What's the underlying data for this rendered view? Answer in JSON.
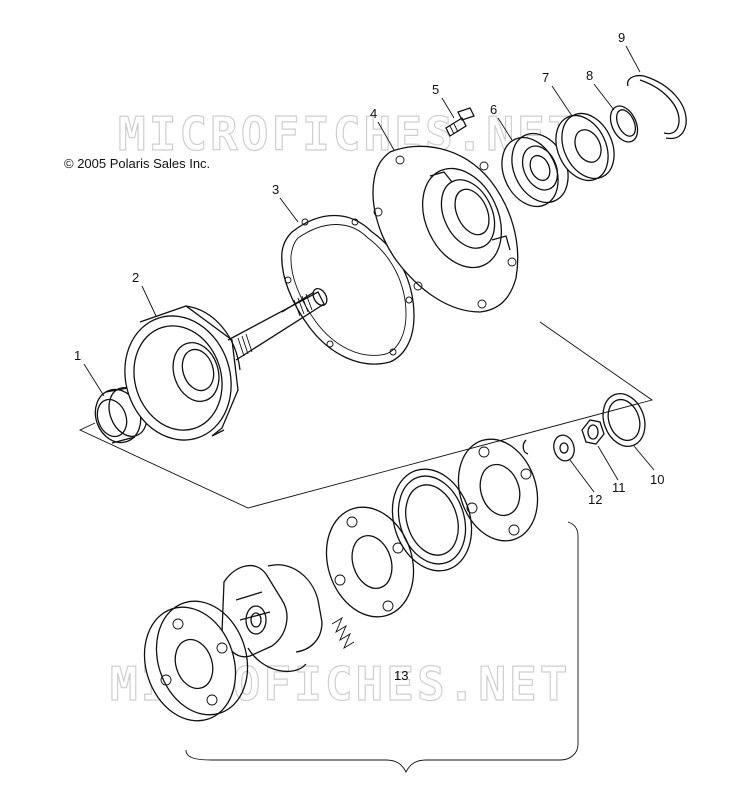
{
  "copyright": "© 2005 Polaris Sales Inc.",
  "watermark_top": "MICROFICHES.NET",
  "watermark_bottom": "MICROFICHES.NET",
  "callouts": [
    "1",
    "2",
    "3",
    "4",
    "5",
    "6",
    "7",
    "8",
    "9",
    "10",
    "11",
    "12",
    "13"
  ]
}
